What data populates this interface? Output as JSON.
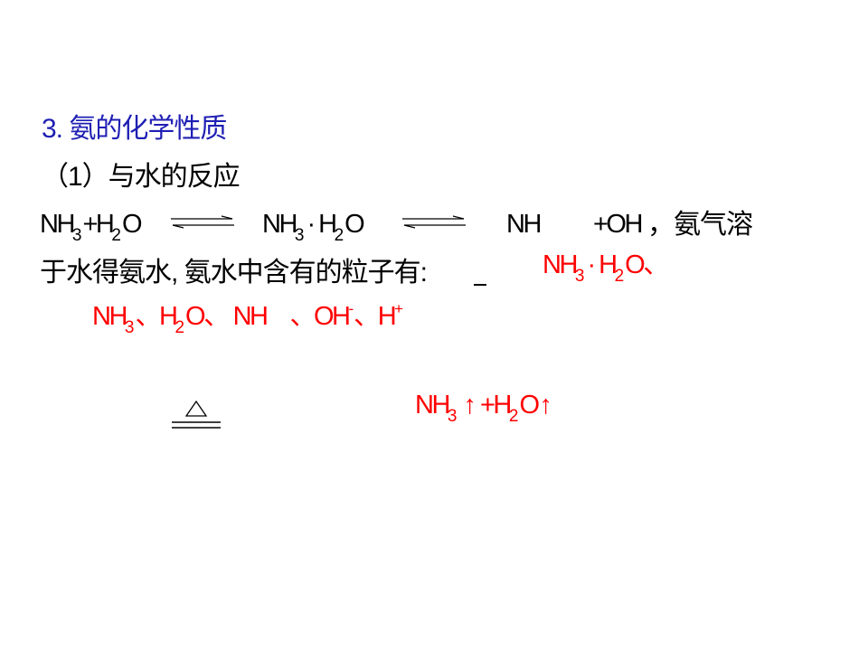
{
  "heading": "3. 氨的化学性质",
  "subheading": "（1）与水的反应",
  "equation": {
    "reactant1": "NH",
    "reactant1_sub": "3",
    "plus": "+",
    "reactant2": "H",
    "reactant2_sub": "2",
    "reactant2_tail": "O",
    "middle": "NH",
    "middle_sub": "3",
    "middle_dot": "·",
    "middle_h": "H",
    "middle_h_sub": "2",
    "middle_tail": "O",
    "product1": "NH",
    "product2": "+OH",
    "suffix": "，氨气溶"
  },
  "line4_text": "于水得氨水, 氨水中含有的粒子有:",
  "answer1": {
    "a": "NH",
    "a_sub": "3",
    "dot": "·",
    "b": "H",
    "b_sub": "2",
    "c": "O",
    "sep": "、"
  },
  "answer2": {
    "a": "NH",
    "a_sub": "3",
    "sep1": "、",
    "b": "H",
    "b_sub": "2",
    "b_tail": "O",
    "sep2": "、",
    "c": "NH",
    "sep3": "、",
    "d": "OH",
    "d_sup": "-",
    "sep4": "、",
    "e": "H",
    "e_sup": "+"
  },
  "decomposition": {
    "a": "NH",
    "a_sub": "3",
    "up1": "↑",
    "plus": "+",
    "b": "H",
    "b_sub": "2",
    "b_tail": "O",
    "up2": "↑"
  },
  "colors": {
    "heading": "#1f1fb4",
    "answer": "#ff0000",
    "text": "#000000"
  }
}
